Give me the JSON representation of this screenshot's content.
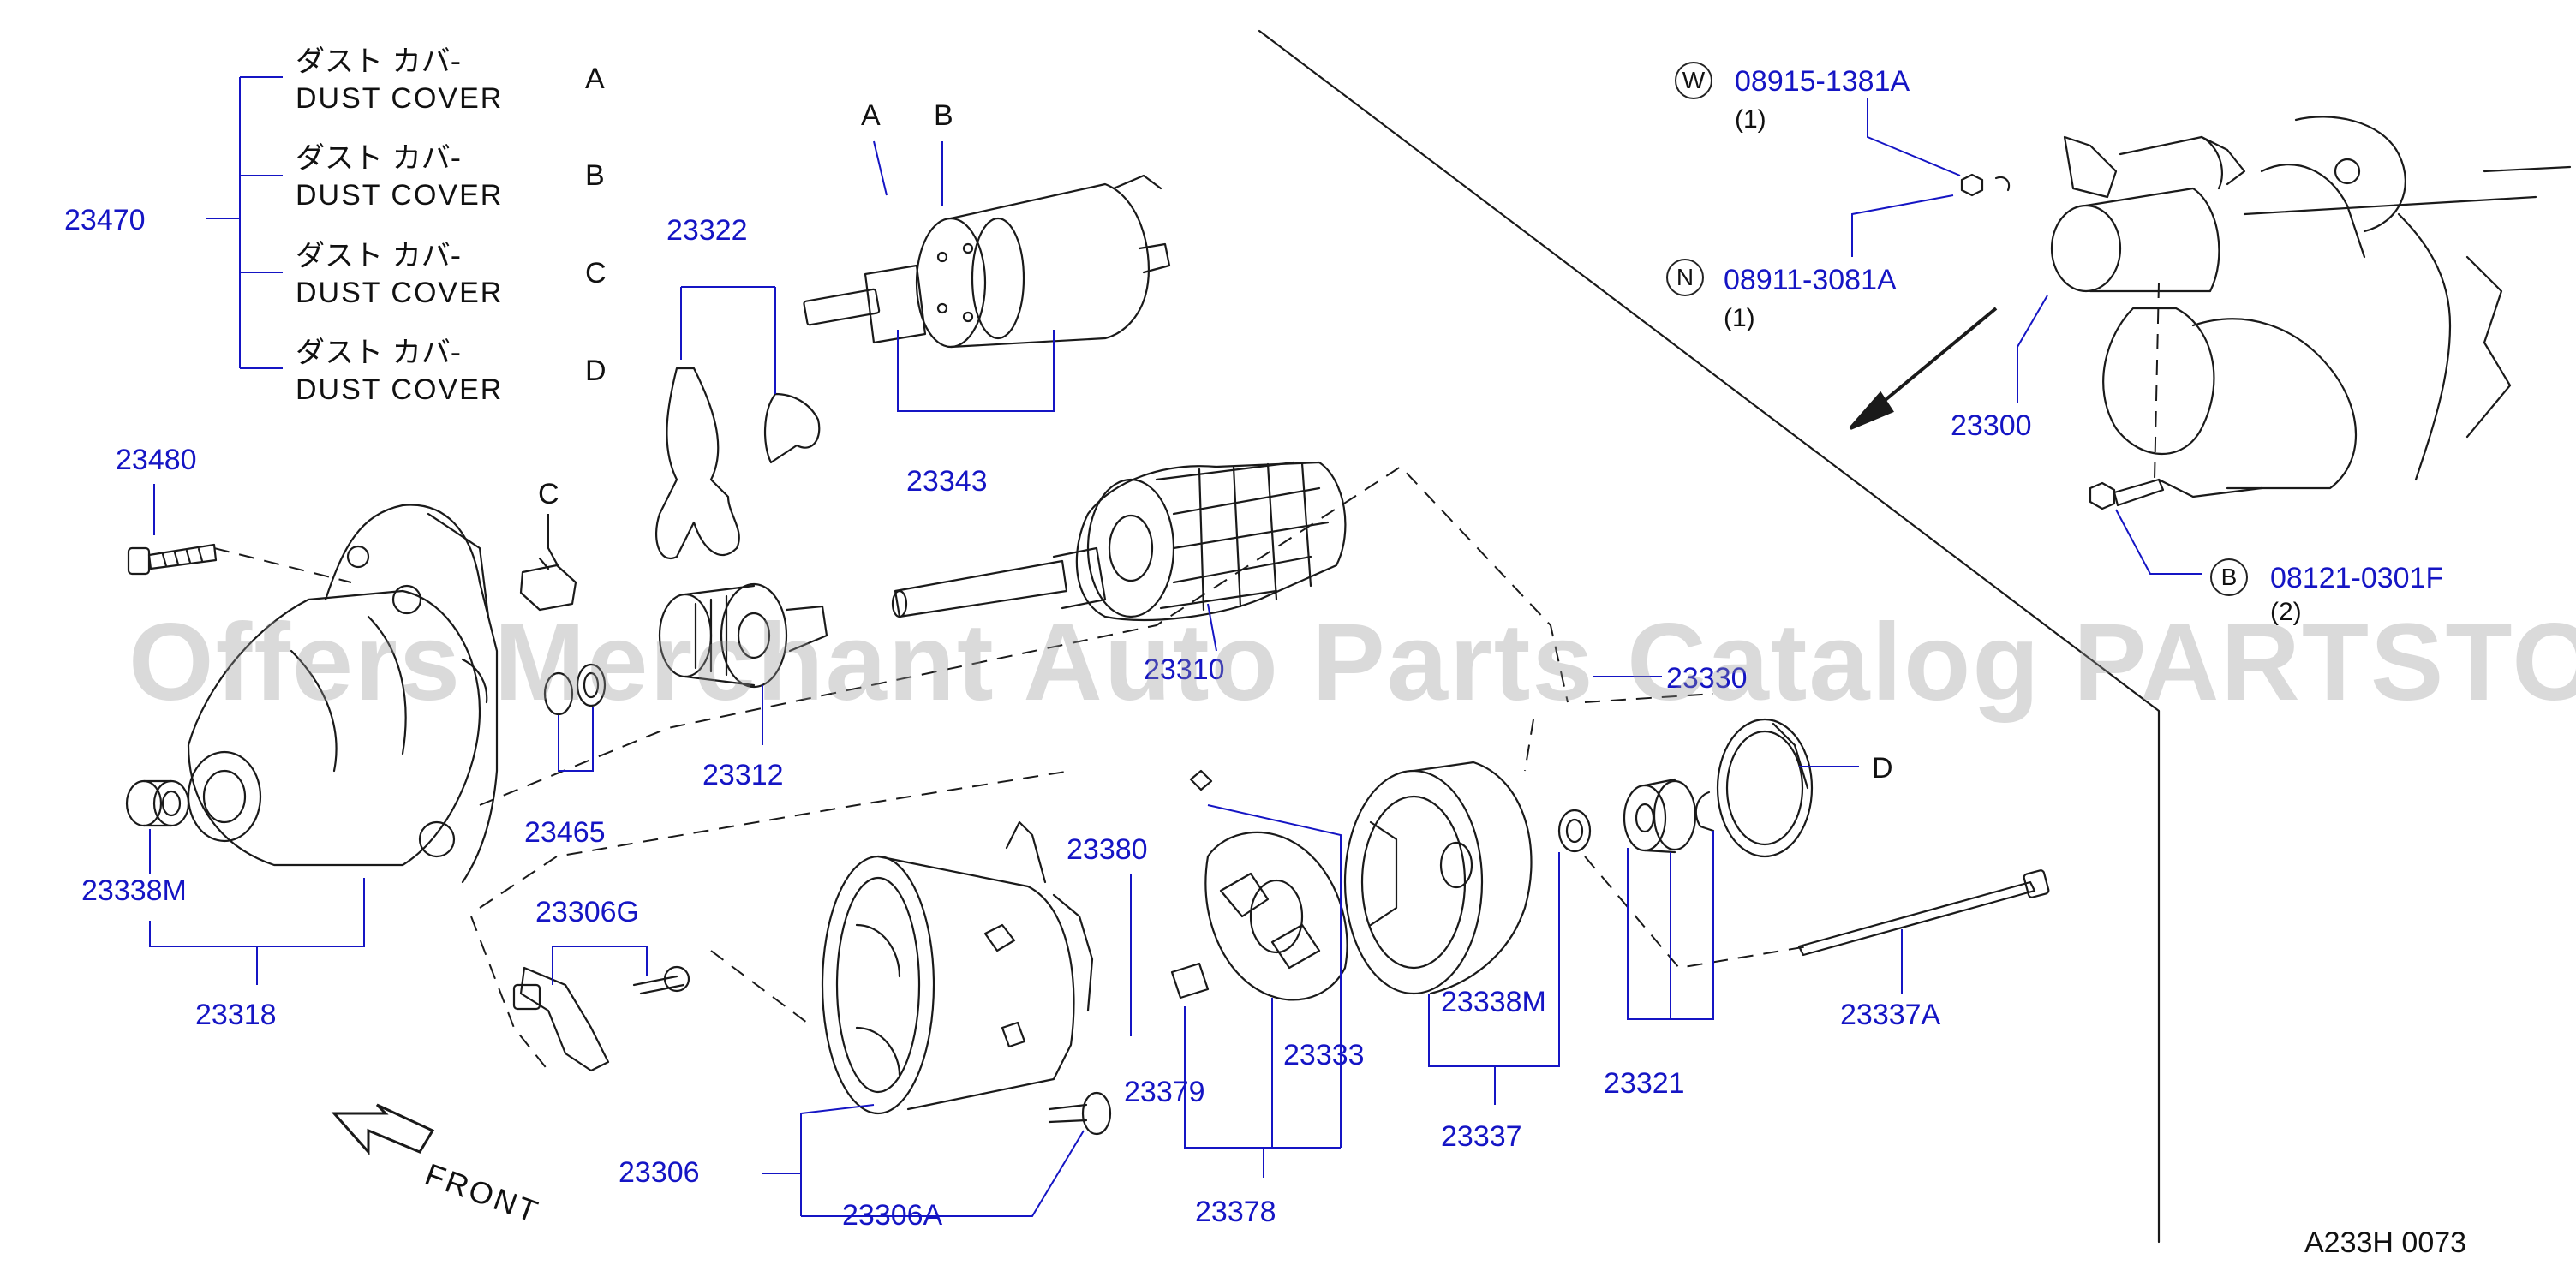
{
  "dust_cover": {
    "group_number": "23470",
    "items": [
      {
        "letter": "A",
        "jp": "ダスト カバ-",
        "en": "DUST  COVER"
      },
      {
        "letter": "B",
        "jp": "ダスト カバ-",
        "en": "DUST  COVER"
      },
      {
        "letter": "C",
        "jp": "ダスト カバ-",
        "en": "DUST  COVER"
      },
      {
        "letter": "D",
        "jp": "ダスト カバ-",
        "en": "DUST  COVER"
      }
    ]
  },
  "part_numbers": {
    "p23480": "23480",
    "p23322": "23322",
    "p23343": "23343",
    "p23312": "23312",
    "p23310": "23310",
    "p23465": "23465",
    "p23338M_left": "23338M",
    "p23318": "23318",
    "p23306G": "23306G",
    "p23380": "23380",
    "p23330": "23330",
    "p23333": "23333",
    "p23379": "23379",
    "p23378": "23378",
    "p23306": "23306",
    "p23306A": "23306A",
    "p23338M_right": "23338M",
    "p23337": "23337",
    "p23321": "23321",
    "p23337A": "23337A",
    "p23300": "23300"
  },
  "fasteners": [
    {
      "symbol": "W",
      "number": "08915-1381A",
      "qty": "(1)"
    },
    {
      "symbol": "N",
      "number": "08911-3081A",
      "qty": "(1)"
    },
    {
      "symbol": "B",
      "number": "08121-0301F",
      "qty": "(2)"
    }
  ],
  "ref_letters": {
    "solenoid_a": "A",
    "solenoid_b": "B",
    "cap_c": "C",
    "cover_d": "D"
  },
  "front_label": "FRONT",
  "diagram_code": "A233H  0073",
  "watermark": "Offers Merchant Auto Parts Catalog PARTSTORE.SA",
  "colors": {
    "part_number": "#1515c4",
    "line_art": "#1a1a1a",
    "leader": "#1515c4"
  }
}
